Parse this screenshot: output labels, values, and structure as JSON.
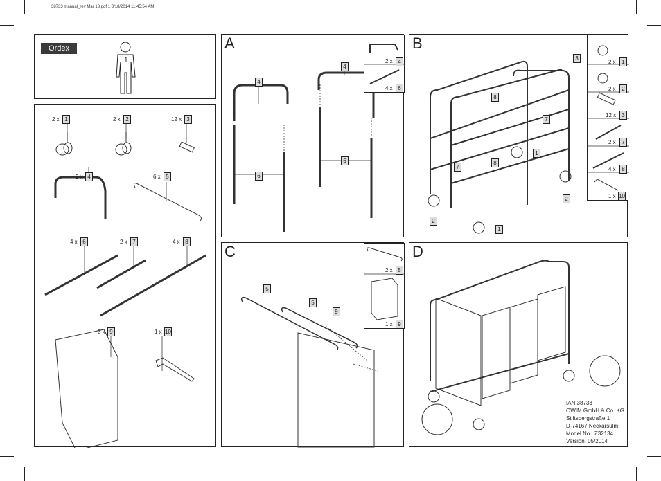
{
  "header": {
    "file_line": "38733 manual_rev Mar 18.pdf   1   3/18/2014   11:45:54 AM"
  },
  "brand": {
    "logo": "Ordex",
    "figure_number": "1"
  },
  "parts": [
    {
      "qty": "2 x",
      "num": "1"
    },
    {
      "qty": "2 x",
      "num": "2"
    },
    {
      "qty": "12 x",
      "num": "3"
    },
    {
      "qty": "2 x",
      "num": "4"
    },
    {
      "qty": "6 x",
      "num": "5"
    },
    {
      "qty": "4 x",
      "num": "6"
    },
    {
      "qty": "2 x",
      "num": "7"
    },
    {
      "qty": "4 x",
      "num": "8"
    },
    {
      "qty": "3 x",
      "num": "9"
    },
    {
      "qty": "1 x",
      "num": "10"
    }
  ],
  "step_a": {
    "label": "A",
    "callouts": [
      "4",
      "4",
      "6",
      "6"
    ],
    "inset": [
      {
        "qty": "2 x",
        "num": "4"
      },
      {
        "qty": "4 x",
        "num": "6"
      }
    ]
  },
  "step_b": {
    "label": "B",
    "callouts": [
      "3",
      "8",
      "7",
      "1",
      "7",
      "8",
      "2",
      "2",
      "1"
    ],
    "inset": [
      {
        "qty": "2 x",
        "num": "1"
      },
      {
        "qty": "2 x",
        "num": "2"
      },
      {
        "qty": "12 x",
        "num": "3"
      },
      {
        "qty": "2 x",
        "num": "7"
      },
      {
        "qty": "4 x",
        "num": "8"
      },
      {
        "qty": "1 x",
        "num": "10"
      }
    ]
  },
  "step_c": {
    "label": "C",
    "callouts": [
      "5",
      "5",
      "9"
    ],
    "inset": [
      {
        "qty": "2 x",
        "num": "5"
      },
      {
        "qty": "1 x",
        "num": "9"
      }
    ]
  },
  "step_d": {
    "label": "D"
  },
  "company": {
    "ian": "IAN 38733",
    "name": "OWIM GmbH & Co. KG",
    "street": "Stiftsbergstraße 1",
    "city": "D-74167 Neckarsulm",
    "model": "Model No.: Z32134",
    "version": "Version: 05/2014"
  }
}
